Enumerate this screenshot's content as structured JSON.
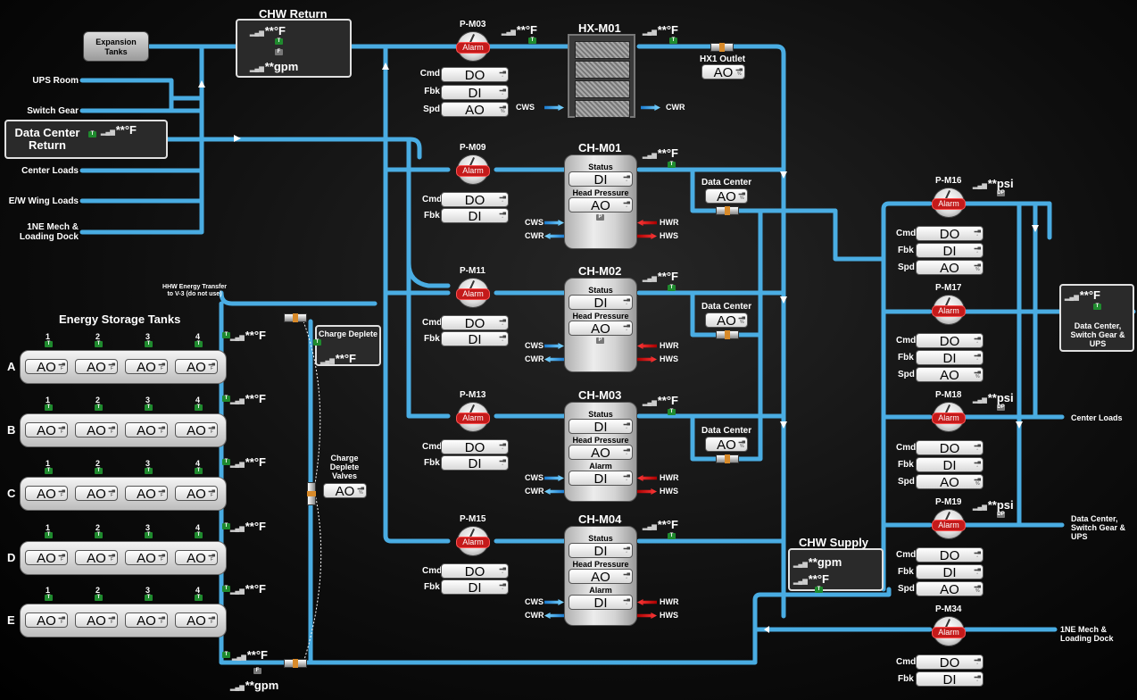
{
  "chw_return": {
    "title": "CHW Return",
    "temp": "**°F",
    "flow": "**gpm"
  },
  "expansion_tanks": "Expansion Tanks",
  "left_sources": [
    "UPS Room",
    "Switch Gear",
    "Center Loads",
    "E/W Wing Loads",
    "1NE Mech & Loading Dock"
  ],
  "data_center_return": {
    "label": "Data Center Return",
    "temp": "**°F"
  },
  "hhw_note": "HHW Energy Transfer to V-3 (do not use)",
  "energy_storage": {
    "title": "Energy Storage Tanks",
    "columns": [
      "1",
      "2",
      "3",
      "4"
    ],
    "rows": [
      {
        "id": "A",
        "temp": "**°F"
      },
      {
        "id": "B",
        "temp": "**°F"
      },
      {
        "id": "C",
        "temp": "**°F"
      },
      {
        "id": "D",
        "temp": "**°F"
      },
      {
        "id": "E",
        "temp": "**°F"
      }
    ],
    "cell_value": "AO",
    "bottom_temp": "**°F",
    "bottom_flow": "**gpm"
  },
  "charge_deplete": {
    "label": "Charge Deplete",
    "temp": "**°F"
  },
  "charge_deplete_valves": {
    "label": "Charge Deplete Valves",
    "value": "AO"
  },
  "p_m03": {
    "name": "P-M03",
    "alarm": "Alarm",
    "cmd": "DO",
    "fbk": "DI",
    "spd": "AO",
    "temp": "**°F"
  },
  "hx_m01": {
    "name": "HX-M01",
    "temp": "**°F",
    "cws": "CWS",
    "cwr": "CWR"
  },
  "hx1_outlet": {
    "label": "HX1 Outlet",
    "value": "AO"
  },
  "pumps_chiller": [
    {
      "name": "P-M09",
      "alarm": "Alarm",
      "cmd": "DO",
      "fbk": "DI"
    },
    {
      "name": "P-M11",
      "alarm": "Alarm",
      "cmd": "DO",
      "fbk": "DI"
    },
    {
      "name": "P-M13",
      "alarm": "Alarm",
      "cmd": "DO",
      "fbk": "DI"
    },
    {
      "name": "P-M15",
      "alarm": "Alarm",
      "cmd": "DO",
      "fbk": "DI"
    }
  ],
  "chillers": [
    {
      "name": "CH-M01",
      "temp": "**°F",
      "status": "Status",
      "status_val": "DI",
      "hp": "Head Pressure",
      "hp_val": "AO",
      "third": "",
      "third_val": ""
    },
    {
      "name": "CH-M02",
      "temp": "**°F",
      "status": "Status",
      "status_val": "DI",
      "hp": "Head Pressure",
      "hp_val": "AO",
      "third": "",
      "third_val": ""
    },
    {
      "name": "CH-M03",
      "temp": "**°F",
      "status": "Status",
      "status_val": "DI",
      "hp": "Head Pressure",
      "hp_val": "AO",
      "third": "Alarm",
      "third_val": "DI"
    },
    {
      "name": "CH-M04",
      "temp": "**°F",
      "status": "Status",
      "status_val": "DI",
      "hp": "Head Pressure",
      "hp_val": "AO",
      "third": "Alarm",
      "third_val": "DI"
    }
  ],
  "chiller_ports": {
    "cws": "CWS",
    "cwr": "CWR",
    "hwr": "HWR",
    "hws": "HWS"
  },
  "labels": {
    "cmd": "Cmd",
    "fbk": "Fbk",
    "spd": "Spd"
  },
  "data_center_valves": [
    {
      "label": "Data Center",
      "value": "AO"
    },
    {
      "label": "Data Center",
      "value": "AO"
    },
    {
      "label": "Data Center",
      "value": "AO"
    }
  ],
  "chw_supply": {
    "title": "CHW Supply",
    "flow": "**gpm",
    "temp": "**°F"
  },
  "dist_pumps": [
    {
      "name": "P-M16",
      "alarm": "Alarm",
      "cmd": "DO",
      "fbk": "DI",
      "spd": "AO",
      "sensor": "**psi"
    },
    {
      "name": "P-M17",
      "alarm": "Alarm",
      "cmd": "DO",
      "fbk": "DI",
      "spd": "AO",
      "sensor": ""
    },
    {
      "name": "P-M18",
      "alarm": "Alarm",
      "cmd": "DO",
      "fbk": "DI",
      "spd": "AO",
      "sensor": "**psi"
    },
    {
      "name": "P-M19",
      "alarm": "Alarm",
      "cmd": "DO",
      "fbk": "DI",
      "spd": "AO",
      "sensor": "**psi"
    },
    {
      "name": "P-M34",
      "alarm": "Alarm",
      "cmd": "DO",
      "fbk": "DI",
      "spd": "",
      "sensor": ""
    }
  ],
  "right_outputs": {
    "dc_box_temp": "**°F",
    "dc_box_label": "Data Center, Switch Gear & UPS",
    "center_loads": "Center Loads",
    "dc_sg_ups": "Data Center, Switch Gear & UPS",
    "mech": "1NE Mech & Loading Dock"
  },
  "tags": {
    "t": "T",
    "f": "F",
    "p": "P",
    "dp": "DP",
    "pct": "%"
  },
  "colors": {
    "pipe": "#3fa6e0",
    "alarm": "#c41a1a",
    "tag_green": "#1f8a2e"
  }
}
